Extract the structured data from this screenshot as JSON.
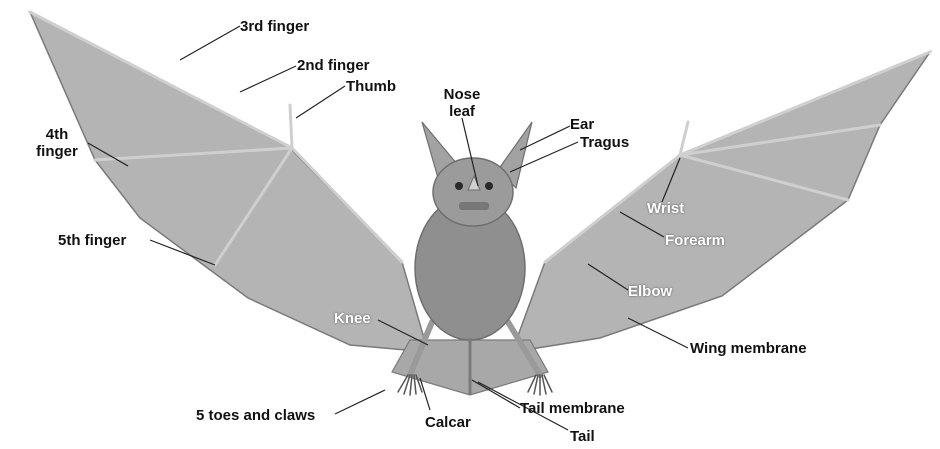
{
  "labels": {
    "third_finger": "3rd finger",
    "second_finger": "2nd finger",
    "thumb": "Thumb",
    "nose_leaf_line1": "Nose",
    "nose_leaf_line2": "leaf",
    "ear": "Ear",
    "tragus": "Tragus",
    "fourth_finger_line1": "4th",
    "fourth_finger_line2": "finger",
    "wrist": "Wrist",
    "fifth_finger": "5th finger",
    "forearm": "Forearm",
    "elbow": "Elbow",
    "knee": "Knee",
    "wing_membrane": "Wing membrane",
    "toes_and_claws": "5 toes and claws",
    "tail_membrane": "Tail membrane",
    "calcar": "Calcar",
    "tail": "Tail"
  },
  "colors": {
    "wing": "#b4b4b4",
    "body": "#8f8f8f",
    "bones": "#cfcfcf",
    "leader": "#222222",
    "light_text": "#ffffff"
  }
}
